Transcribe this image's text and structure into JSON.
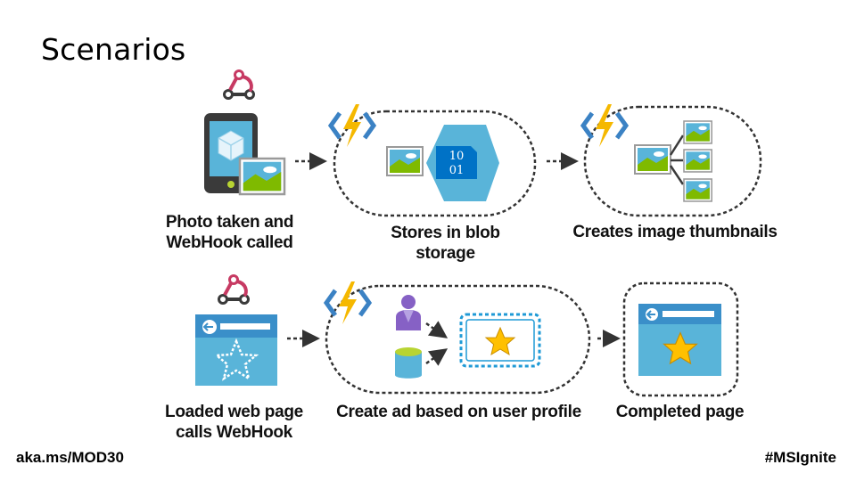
{
  "slide": {
    "title": "Scenarios",
    "footer_left": "aka.ms/MOD30",
    "footer_right": "#MSIgnite"
  },
  "top_row": {
    "step1_line1": "Photo taken and",
    "step1_line2": "WebHook called",
    "step2_line1": "Stores in blob",
    "step2_line2": "storage",
    "step3": "Creates image thumbnails",
    "blob_text_line1": "10",
    "blob_text_line2": "01"
  },
  "bottom_row": {
    "step1_line1": "Loaded web page",
    "step1_line2": "calls WebHook",
    "step2": "Create ad based on user profile",
    "step3": "Completed page"
  },
  "icons": [
    "webhook-icon",
    "phone-icon",
    "image-icon",
    "azure-function-icon",
    "blob-storage-icon",
    "thumbnail-icon",
    "browser-icon",
    "user-icon",
    "database-icon",
    "star-icon",
    "arrow-icon"
  ],
  "colors": {
    "webhook": "#c73a63",
    "function_bolt": "#f5b800",
    "function_brackets": "#3b82c4",
    "image_sky": "#59b4d9",
    "image_land": "#7fba00",
    "blob": "#59b4d9",
    "star": "#ffc000",
    "user": "#8661c5",
    "database": "#59b4d9",
    "dashed_line": "#333333",
    "ad_box": "#1f9ad6"
  }
}
